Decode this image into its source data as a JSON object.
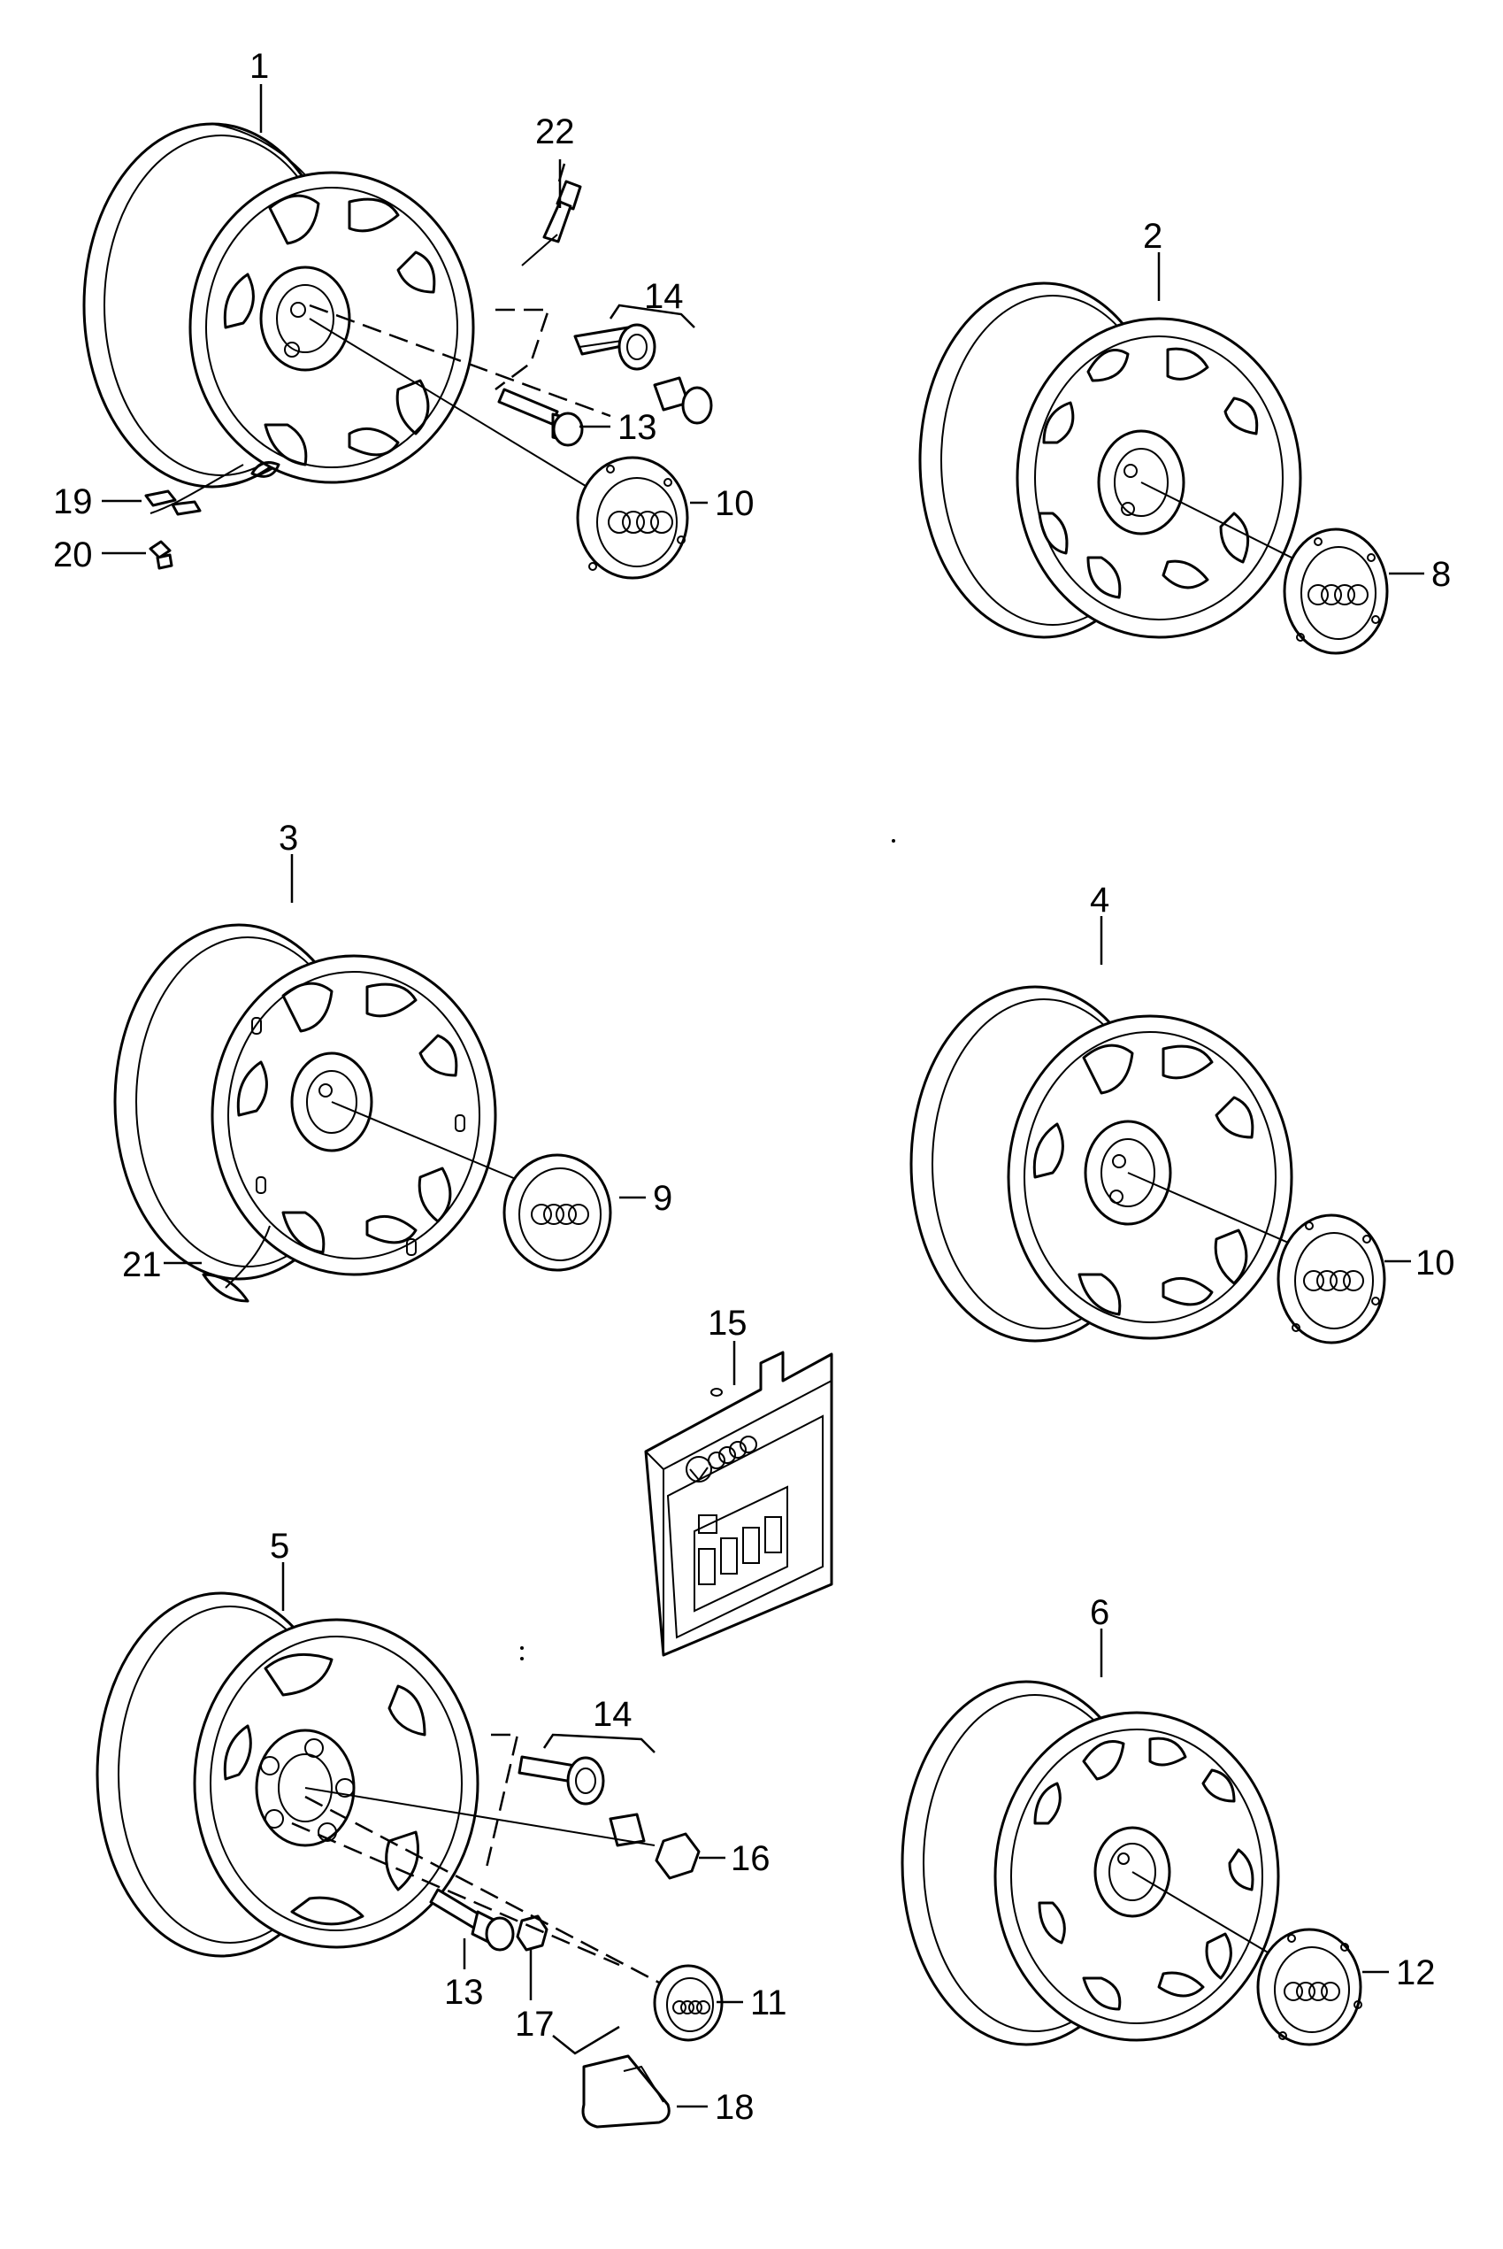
{
  "callouts": [
    {
      "id": "c1",
      "text": "1"
    },
    {
      "id": "c2",
      "text": "2"
    },
    {
      "id": "c3",
      "text": "3"
    },
    {
      "id": "c4",
      "text": "4"
    },
    {
      "id": "c5",
      "text": "5"
    },
    {
      "id": "c6",
      "text": "6"
    },
    {
      "id": "c8",
      "text": "8"
    },
    {
      "id": "c9",
      "text": "9"
    },
    {
      "id": "c10a",
      "text": "10"
    },
    {
      "id": "c10b",
      "text": "10"
    },
    {
      "id": "c11",
      "text": "11"
    },
    {
      "id": "c12",
      "text": "12"
    },
    {
      "id": "c13a",
      "text": "13"
    },
    {
      "id": "c13b",
      "text": "13"
    },
    {
      "id": "c14a",
      "text": "14"
    },
    {
      "id": "c14b",
      "text": "14"
    },
    {
      "id": "c15",
      "text": "15"
    },
    {
      "id": "c16",
      "text": "16"
    },
    {
      "id": "c17",
      "text": "17"
    },
    {
      "id": "c18",
      "text": "18"
    },
    {
      "id": "c19",
      "text": "19"
    },
    {
      "id": "c20",
      "text": "20"
    },
    {
      "id": "c21",
      "text": "21"
    },
    {
      "id": "c22",
      "text": "22"
    }
  ],
  "colors": {
    "ink": "#000000",
    "paper": "#ffffff"
  }
}
